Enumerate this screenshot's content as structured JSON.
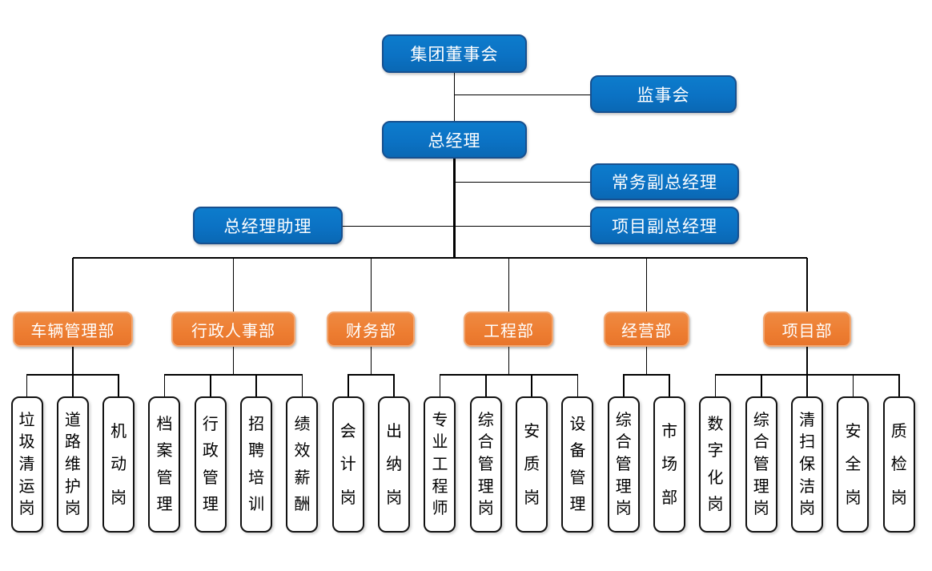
{
  "colors": {
    "executive_fill": "#0B72C4",
    "executive_border": "#17508F",
    "department_fill": "#ED7D31",
    "department_border": "#F2A873",
    "position_fill": "#FFFFFF",
    "position_border": "#111111",
    "connector": "#000000",
    "text_on_fill": "#FFFFFF",
    "position_text": "#000000"
  },
  "org": {
    "executives": [
      {
        "role": "board-of-directors",
        "label": "集团董事会"
      },
      {
        "role": "supervisory-board",
        "label": "监事会"
      },
      {
        "role": "general-manager",
        "label": "总经理"
      },
      {
        "role": "executive-deputy-gm",
        "label": "常务副总经理"
      },
      {
        "role": "gm-assistant",
        "label": "总经理助理"
      },
      {
        "role": "project-deputy-gm",
        "label": "项目副总经理"
      }
    ],
    "departments": [
      {
        "label": "车辆管理部",
        "positions": [
          "垃圾清运岗",
          "道路维护岗",
          "机动岗"
        ]
      },
      {
        "label": "行政人事部",
        "positions": [
          "档案管理",
          "行政管理",
          "招聘培训",
          "绩效薪酬"
        ]
      },
      {
        "label": "财务部",
        "positions": [
          "会计岗",
          "出纳岗"
        ]
      },
      {
        "label": "工程部",
        "positions": [
          "专业工程师",
          "综合管理岗",
          "安质岗",
          "设备管理"
        ]
      },
      {
        "label": "经营部",
        "positions": [
          "综合管理岗",
          "市场部"
        ]
      },
      {
        "label": "项目部",
        "positions": [
          "数字化岗",
          "综合管理岗",
          "清扫保洁岗",
          "安全岗",
          "质检岗"
        ]
      }
    ]
  }
}
